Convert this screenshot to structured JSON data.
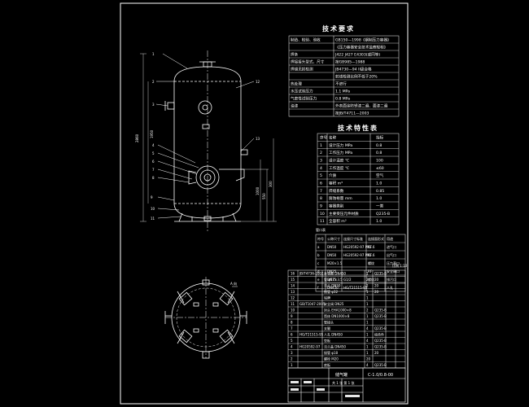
{
  "drawing": {
    "tech_req_title": "技术要求",
    "tech_req_rows": [
      [
        "制造、检验、验收",
        "GB150—1998《钢制压力容器》"
      ],
      [
        "",
        "《压力容器安全技术监察规程》"
      ],
      [
        "焊条",
        "J422 J427 E4303(或同等)"
      ],
      [
        "焊接接头型式、尺寸",
        "按GB985—1988"
      ],
      [
        "焊缝无损检测",
        "JB4730—94  II级合格"
      ],
      [
        "",
        "射线检测比例不低于20%"
      ],
      [
        "热处理",
        "不进行"
      ],
      [
        "水压试验压力",
        "1.1 MPa"
      ],
      [
        "气密性试验压力",
        "0.8 MPa"
      ],
      [
        "油漆",
        "外表面涂防锈漆二遍、面漆二遍"
      ],
      [
        "",
        "按JB/T4711—2003"
      ]
    ],
    "spec_title": "技术特性表",
    "spec_header": [
      "序号",
      "名称",
      "指标"
    ],
    "spec_rows": [
      [
        "1",
        "设计压力 MPa",
        "0.8"
      ],
      [
        "2",
        "工作压力 MPa",
        "0.8"
      ],
      [
        "3",
        "设计温度 ℃",
        "100"
      ],
      [
        "4",
        "工作温度 ℃",
        "≤60"
      ],
      [
        "5",
        "介质",
        "空气"
      ],
      [
        "6",
        "容积 m³",
        "1.0"
      ],
      [
        "7",
        "焊缝系数",
        "0.85"
      ],
      [
        "8",
        "腐蚀裕量 mm",
        "1.0"
      ],
      [
        "9",
        "容器类别",
        "一类"
      ],
      [
        "10",
        "主要受压元件材质",
        "Q235-B"
      ],
      [
        "11",
        "全容积 m³",
        "1.0"
      ]
    ],
    "nozzle_title": "管口表",
    "nozzle_header": [
      "符号",
      "公称尺寸",
      "连接尺寸标准",
      "连接面形式",
      "用途"
    ],
    "nozzle_rows": [
      [
        "a",
        "DN50",
        "HG20592-97 PN1.6",
        "RF",
        "进气口"
      ],
      [
        "b",
        "DN50",
        "HG20592-97 PN1.6",
        "RF",
        "出气口"
      ],
      [
        "c",
        "M20×1.5",
        "",
        "螺纹",
        "压力表口"
      ],
      [
        "d",
        "DN25",
        "",
        "RF",
        "安全阀口"
      ],
      [
        "e",
        "DN15",
        "G1/2",
        "螺纹",
        "排污口"
      ],
      [
        "f",
        "DN450",
        "HG/T21515-95",
        "",
        "人孔"
      ]
    ],
    "scale_label": "比例 1:10",
    "bom_rows": [
      [
        "16",
        "JB/T4736-2002",
        "补强圈 DN450",
        "1",
        "Q235-B",
        "",
        ""
      ],
      [
        "15",
        "",
        "管 φ57×3.5",
        "2",
        "20",
        "",
        ""
      ],
      [
        "14",
        "",
        "法兰 DN50",
        "2",
        "20",
        "",
        ""
      ],
      [
        "13",
        "",
        "接管 φ32",
        "1",
        "20",
        "",
        ""
      ],
      [
        "12",
        "",
        "铭牌",
        "1",
        "",
        "",
        ""
      ],
      [
        "11",
        "GB/T1047-2005",
        "安全阀 DN25",
        "1",
        "",
        "",
        ""
      ],
      [
        "10",
        "",
        "封头 EHA1000×8",
        "2",
        "Q235-B",
        "",
        ""
      ],
      [
        "9",
        "",
        "筒体 DN1000×8",
        "1",
        "Q235-B",
        "",
        ""
      ],
      [
        "8",
        "",
        "管接头",
        "1",
        "",
        "",
        ""
      ],
      [
        "7",
        "",
        "支腿",
        "4",
        "Q235-B",
        "",
        ""
      ],
      [
        "6",
        "HG/T21515-95",
        "人孔 DN450",
        "1",
        "组合件",
        "",
        ""
      ],
      [
        "5",
        "",
        "垫板",
        "4",
        "Q235-B",
        "",
        ""
      ],
      [
        "4",
        "HG20592-97",
        "法兰盖 DN450",
        "1",
        "Q235-B",
        "",
        ""
      ],
      [
        "3",
        "",
        "接管 φ18",
        "1",
        "20",
        "",
        ""
      ],
      [
        "2",
        "",
        "螺栓 M20",
        "20",
        "",
        "",
        ""
      ],
      [
        "1",
        "",
        "底板",
        "4",
        "Q235-B",
        "",
        ""
      ]
    ],
    "title_block": {
      "drawing_name": "储气罐",
      "drawing_no": "C-1.0/0.8-00",
      "sheet": "共 1 张 第 1 张"
    },
    "callouts_left": [
      "1",
      "2",
      "3",
      "4",
      "5",
      "6",
      "7",
      "8",
      "9",
      "10",
      "11"
    ],
    "callouts_right": [
      "12",
      "13"
    ],
    "dim_labels": [
      "2860",
      "1950",
      "1000",
      "550",
      "300"
    ],
    "plan_label": "A 向"
  }
}
